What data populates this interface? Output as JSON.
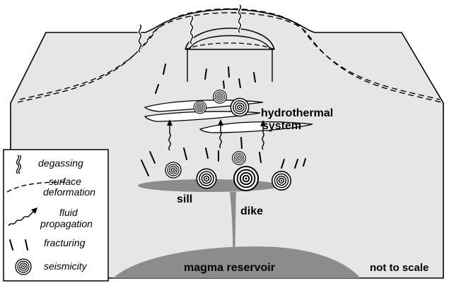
{
  "labels": {
    "hydrothermal_line1": "hydrothermal",
    "hydrothermal_line2": "system",
    "sill": "sill",
    "dike": "dike",
    "magma_reservoir": "magma reservoir",
    "not_to_scale": "not to scale"
  },
  "legend": {
    "degassing": "degassing",
    "surface_deformation_line1": "surface",
    "surface_deformation_line2": "deformation",
    "fluid_propagation_line1": "fluid",
    "fluid_propagation_line2": "propagation",
    "fracturing": "fracturing",
    "seismicity": "seismicity"
  },
  "colors": {
    "crust_fill": "#e6e6e6",
    "intrusion_fill": "#8c8c8c",
    "outline": "#000000"
  }
}
